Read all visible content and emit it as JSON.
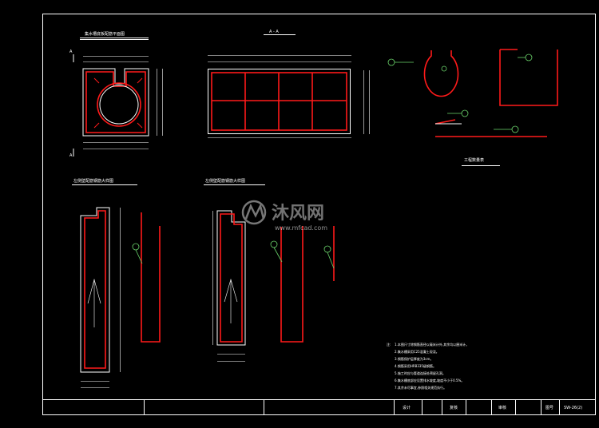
{
  "section_label": "A - A",
  "section_marks": [
    "A",
    "A"
  ],
  "titles": {
    "plan": "集水槽底板配筋平面图",
    "long_wall_1": "左侧壁配筋钢筋大样图",
    "long_wall_2": "左侧壁配筋钢筋大样图",
    "detail_table": "工程数量表"
  },
  "notes": {
    "heading": "注:",
    "lines": [
      "1.本图尺寸除钢筋直径以毫米计外,其余均以厘米计。",
      "2.集水槽采用C25混凝土现浇。",
      "3.钢筋保护层厚度为3cm。",
      "4.钢筋采用HRB335级钢筋。",
      "5.施工时应与管道连接处预留孔洞。",
      "6.集水槽底部应设置排水坡度,坡度不小于0.5%。",
      "7.其余未尽事宜,参照相关规范执行。"
    ]
  },
  "title_block": {
    "design_label": "设计",
    "check_label": "复核",
    "review_label": "审核",
    "drawing_no_label": "图号",
    "drawing_no": "SW-26(2)"
  },
  "watermark": {
    "brand": "沐风网",
    "url": "www.mfcad.com"
  },
  "icons": [
    "mf-logo-icon"
  ],
  "colors": {
    "background": "#000000",
    "linework": "#ffffff",
    "rebar": "#ff1a1a",
    "leader": "#6bd46b"
  }
}
